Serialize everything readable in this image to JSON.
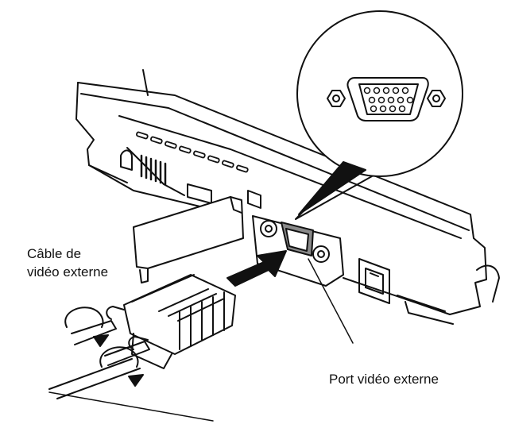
{
  "labels": {
    "cable_line1": "Câble de",
    "cable_line2": "vidéo externe",
    "port": "Port vidéo externe"
  },
  "colors": {
    "line": "#111111",
    "shade": "#8a8a8a",
    "background": "#ffffff"
  }
}
